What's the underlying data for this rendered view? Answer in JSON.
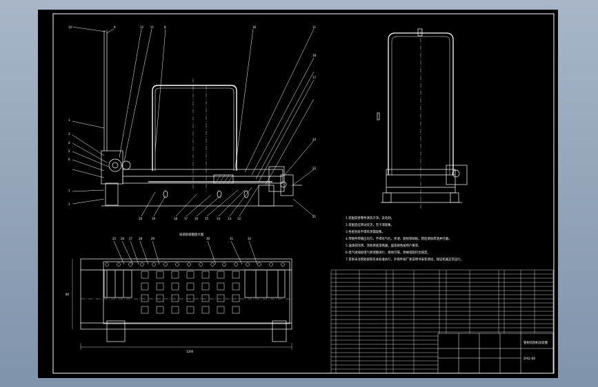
{
  "drawing": {
    "section_title": "局部剖视图放大图",
    "dimension_overall": "1200",
    "dimension_side": "80"
  },
  "front_view_labels": {
    "top": [
      "10",
      "9",
      "12",
      "11",
      "8",
      "16",
      "11",
      "18",
      "17"
    ],
    "left": [
      "3",
      "2",
      "4",
      "5",
      "6",
      "7",
      "1"
    ],
    "right": [
      "24",
      "22",
      "21"
    ],
    "bottom": [
      "20",
      "19",
      "18",
      "17",
      "16",
      "15",
      "14",
      "13",
      "12"
    ]
  },
  "plan_view_labels": [
    "25",
    "26",
    "27",
    "28",
    "29",
    "30",
    "31",
    "32"
  ],
  "technical_requirements": [
    "1.装配前各零件清洗干净，去毛刺。",
    "2.装配后应转动灵活，无卡滞现象。",
    "3.各密封处不得有渗漏现象。",
    "4.焊接件焊缝应均匀，不得有气孔、夹渣、裂纹等缺陷，焊后清除焊渣并打磨。",
    "5.油漆前除锈，涂防锈底漆两遍，面漆颜色按用户要求。",
    "6.电气接线按电气原理图进行，接地可靠，绝缘电阻符合规定。",
    "7.其余未注明处按照有关标准执行，外购件按厂家说明书安装调试，保证机器正常运行。"
  ],
  "title_block": {
    "drawing_title": "管材切割机总装图",
    "drawing_number": "ZHQ-00"
  }
}
